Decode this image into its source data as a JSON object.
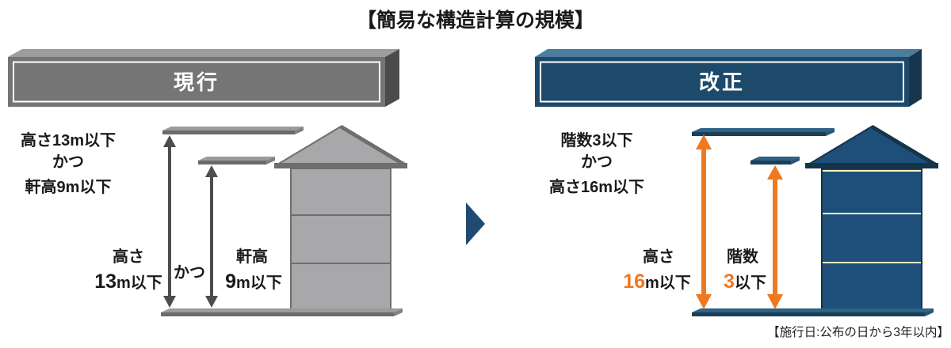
{
  "title": "【簡易な構造計算の規模】",
  "current": {
    "banner_label": "現行",
    "conditions": [
      "高さ13m以下",
      "かつ",
      "軒高9m以下"
    ],
    "height_label": {
      "title": "高さ",
      "value": "13",
      "unit": "m以下"
    },
    "connector": "かつ",
    "eaves_label": {
      "title": "軒高",
      "value": "9",
      "unit": "m以下"
    }
  },
  "revised": {
    "banner_label": "改正",
    "conditions": [
      "階数3以下",
      "かつ",
      "高さ16m以下"
    ],
    "height_label": {
      "title": "高さ",
      "value": "16",
      "unit": "m以下"
    },
    "stories_label": {
      "title": "階数",
      "value": "3",
      "unit": "以下"
    },
    "footnote": "【施行日:公布の日から3年以内】"
  },
  "colors": {
    "current_gray": "#757575",
    "revised_navy": "#1d4a6b",
    "highlight_orange": "#f0781e",
    "building_gray": "#a8a8aa",
    "building_navy": "#1e4f7b"
  }
}
